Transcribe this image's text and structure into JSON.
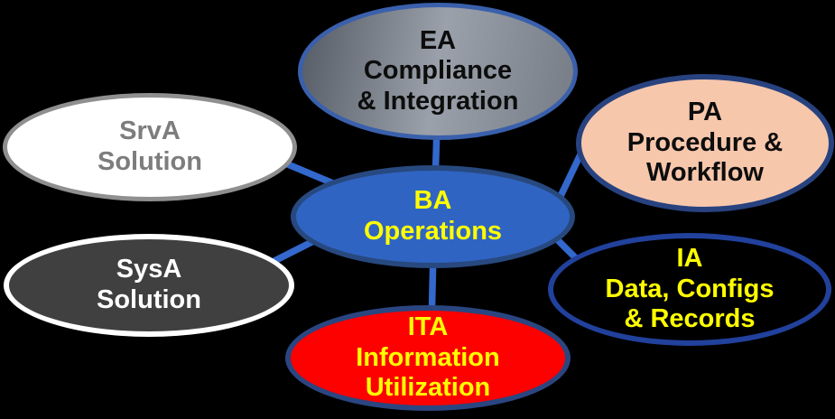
{
  "diagram": {
    "background_color": "#000000",
    "connector_color": "#3368CC",
    "nodes": {
      "ea": {
        "label": "EA\nCompliance\n& Integration",
        "fill_gradient": [
          "#555B64",
          "#9BA1AB",
          "#767C86"
        ],
        "border_color": "#3A60AC",
        "text_color": "#0D0D0D"
      },
      "srva": {
        "label": "SrvA\nSolution",
        "fill": "#FFFFFF",
        "border_color": "#8F8F8F",
        "text_color": "#7D7D7D"
      },
      "pa": {
        "label": "PA\nProcedure &\nWorkflow",
        "fill": "#F7C7AC",
        "border_color": "#27427F",
        "text_color": "#0D0D0D"
      },
      "ba": {
        "label": "BA\nOperations",
        "fill": "#3064C3",
        "border_color": "#27497F",
        "text_color": "#FFFF00"
      },
      "sysa": {
        "label": "SysA\nSolution",
        "fill": "#404040",
        "border_color": "#FFFFFF",
        "text_color": "#FFFFFF"
      },
      "ia": {
        "label": "IA\nData, Configs\n& Records",
        "fill": "#000000",
        "border_color": "#21419C",
        "text_color": "#FFFF00"
      },
      "ita": {
        "label": "ITA\nInformation\nUtilization",
        "fill": "#FD0000",
        "border_color": "#2A4580",
        "text_color": "#FFFF00"
      }
    }
  }
}
